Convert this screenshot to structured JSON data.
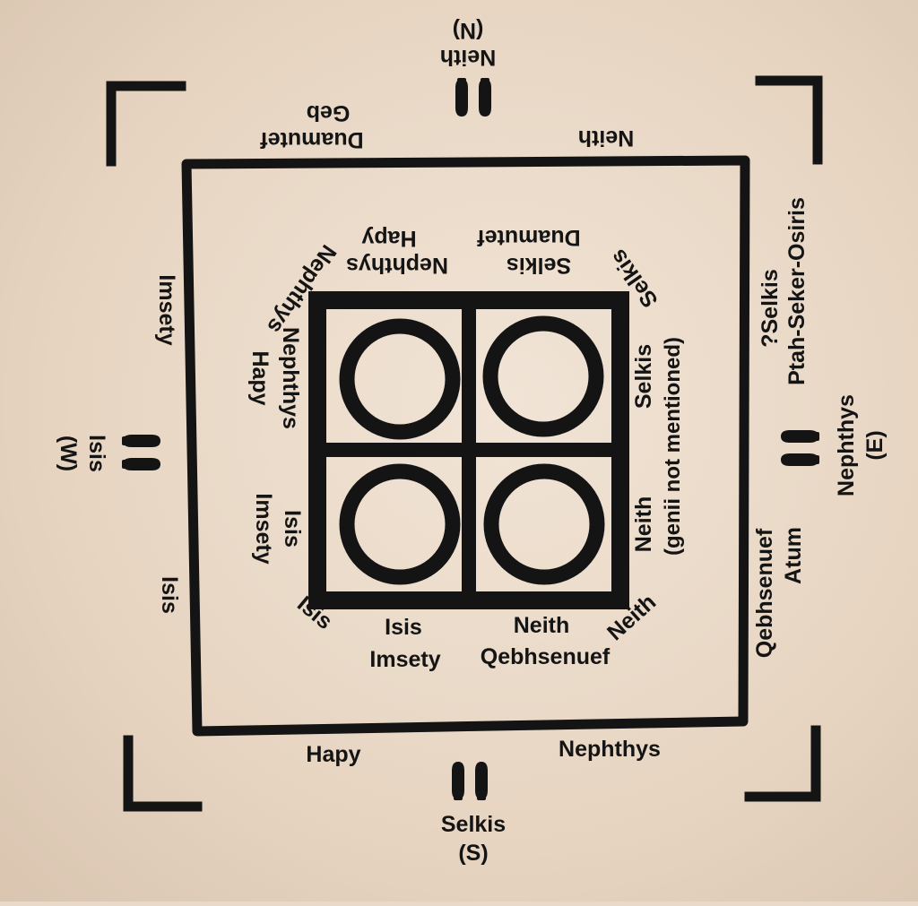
{
  "colors": {
    "ink": "#141414",
    "paper": "#ece0d2"
  },
  "north": {
    "deity": "Neith",
    "direction": "(N)",
    "corner_left_line1": "Duamutef",
    "corner_left_line2": "Geb",
    "side_right": "Neith",
    "icon": "footprints-icon"
  },
  "west": {
    "deity": "Isis",
    "direction": "(W)",
    "upper": "Imsety",
    "lower": "Isis",
    "icon": "footprints-icon"
  },
  "south": {
    "deity": "Selkis",
    "direction": "(S)",
    "side_left": "Hapy",
    "side_right": "Nephthys",
    "icon": "footprints-icon"
  },
  "east": {
    "line1": "?Selkis",
    "line2": "Ptah-Seker-Osiris",
    "deity": "Nephthys",
    "direction": "(E)",
    "lower_line1": "Qebhsenuef",
    "lower_line2": "Atum",
    "icon": "footprints-icon"
  },
  "inner": {
    "north_left_outer": "Hapy",
    "north_left_inner": "Nephthys",
    "north_right_outer": "Duamutef",
    "north_right_inner": "Selkis",
    "west_upper_outer": "Hapy",
    "west_upper_inner": "Nephthys",
    "west_lower_outer": "Imsety",
    "west_lower_inner": "Isis",
    "south_left_inner": "Isis",
    "south_left_outer": "Imsety",
    "south_right_inner": "Neith",
    "south_right_outer": "Qebhsenuef",
    "east_upper": "Selkis",
    "east_lower_inner": "Neith",
    "east_lower_note": "(genii not mentioned)",
    "corner_nw": "Nephthys",
    "corner_ne": "Selkis",
    "corner_sw": "Isis",
    "corner_se": "Neith"
  }
}
